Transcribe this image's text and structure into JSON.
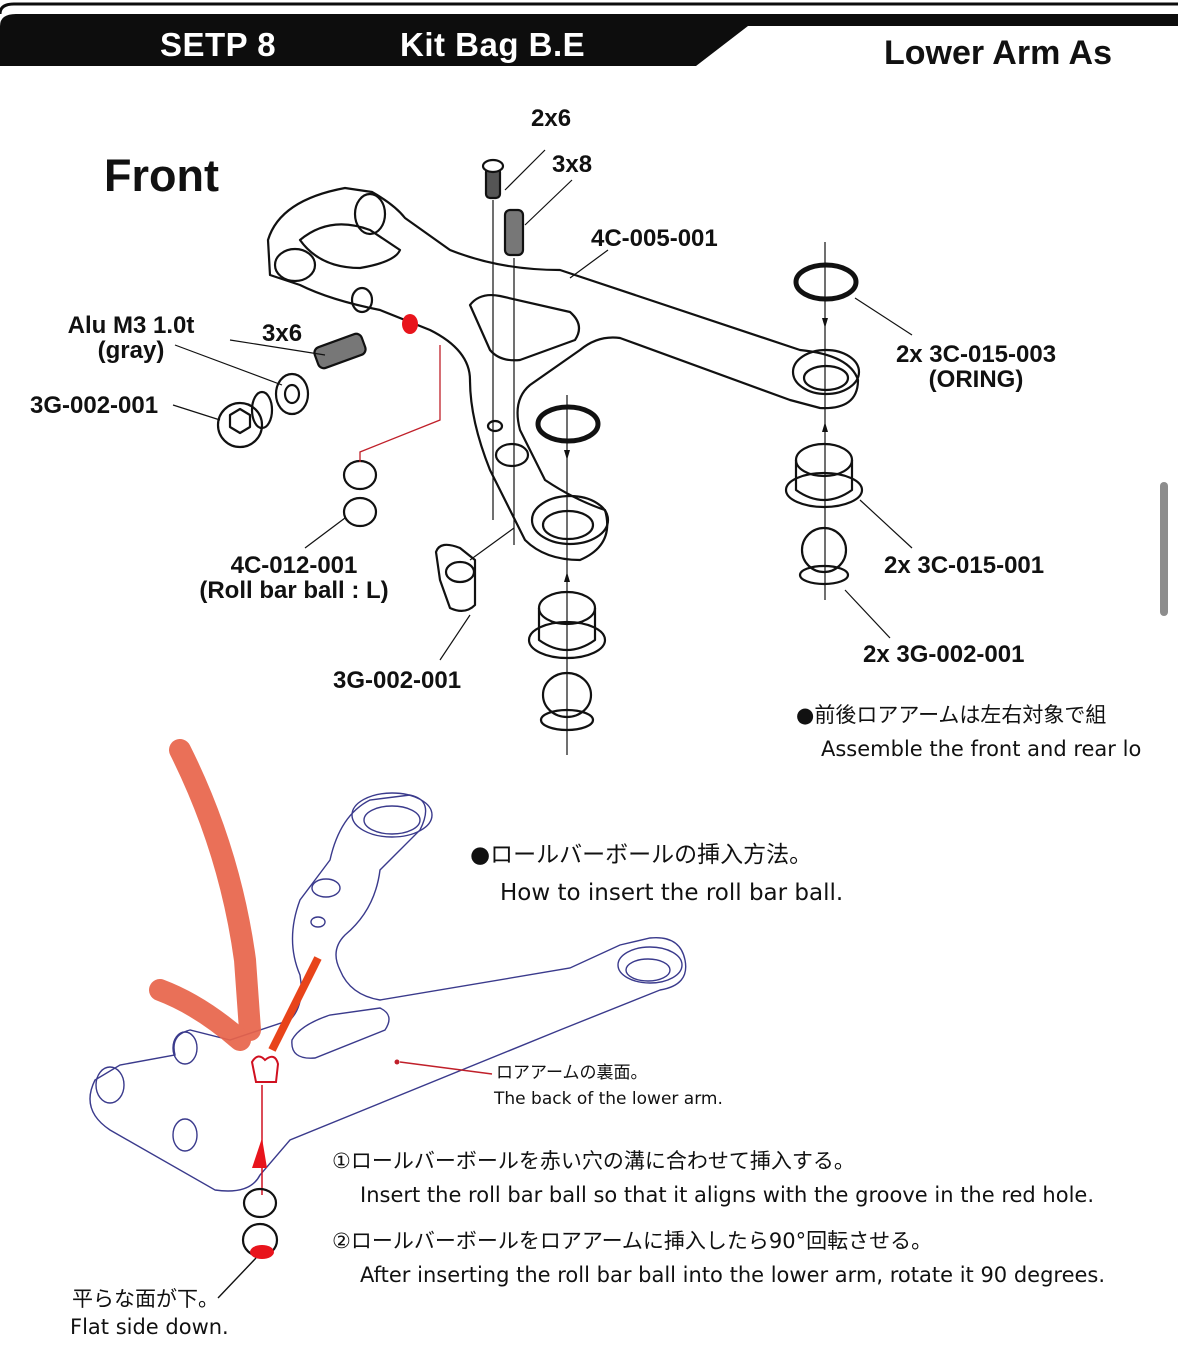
{
  "header": {
    "step": "SETP 8",
    "kit_bag": "Kit Bag B.E",
    "title": "Lower Arm As"
  },
  "section_title": "Front",
  "part_labels": {
    "screw_2x6": "2x6",
    "screw_3x8": "3x8",
    "arm_part": "4C-005-001",
    "washer_line1": "Alu M3 1.0t",
    "washer_line2": "(gray)",
    "set_screw_3x6": "3x6",
    "ball_left": "3G-002-001",
    "oring_line1": "2x 3C-015-003",
    "oring_line2": "(ORING)",
    "roll_ball_line1": "4C-012-001",
    "roll_ball_line2": "(Roll bar ball : L)",
    "ball_mount": "3G-002-001",
    "bushing": "2x 3C-015-001",
    "ball_right": "2x 3G-002-001"
  },
  "notes": {
    "symmetry_jp": "●前後ロアアームは左右対象で組",
    "symmetry_en": "Assemble the front and rear lo",
    "howto_jp": "●ロールバーボールの挿入方法。",
    "howto_en": "How to insert the roll bar ball.",
    "back_jp": "ロアアームの裏面。",
    "back_en": "The back of the lower arm.",
    "step1_jp": "①ロールバーボールを赤い穴の溝に合わせて挿入する。",
    "step1_en": "Insert the roll bar ball so that it aligns with the groove in the red hole.",
    "step2_jp": "②ロールバーボールをロアアームに挿入したら90°回転させる。",
    "step2_en": "After inserting the roll bar ball into the lower arm, rotate it 90 degrees.",
    "flat_jp": "平らな面が下。",
    "flat_en": "Flat side down."
  },
  "colors": {
    "header_bg": "#0d0d0d",
    "red_marker": "#e8141c",
    "annotation_orange": "#e8644a",
    "blueprint_line": "#3a3a8c"
  }
}
